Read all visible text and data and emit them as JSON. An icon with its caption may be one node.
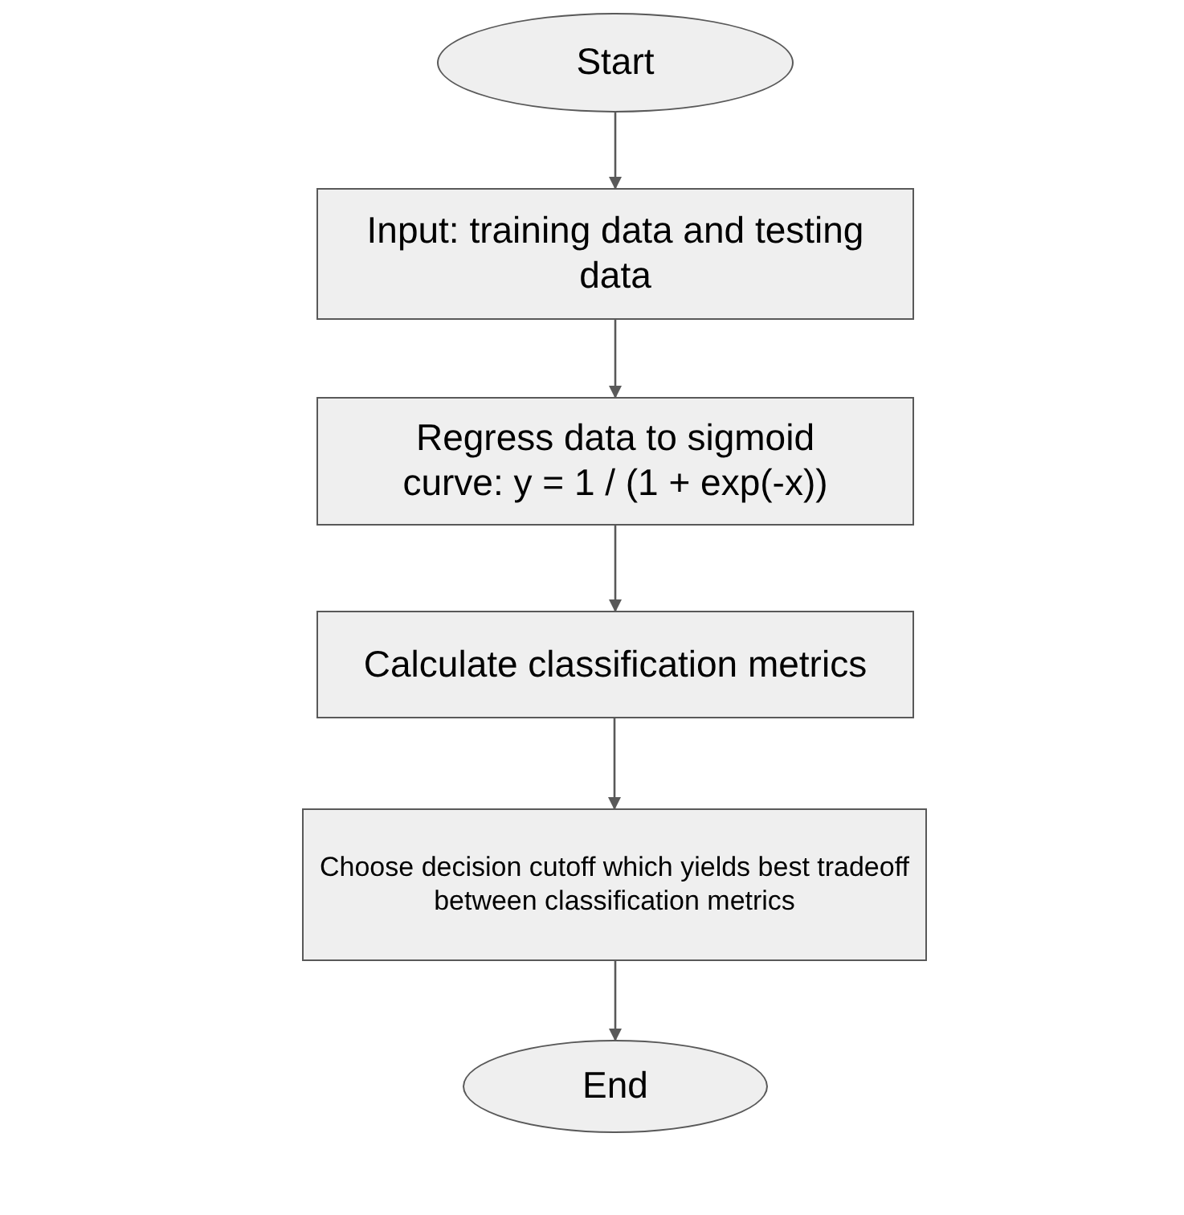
{
  "diagram": {
    "nodes": [
      {
        "text": [
          "Start"
        ]
      },
      {
        "text": [
          "Input: training data and testing data"
        ]
      },
      {
        "text": [
          "Regress data to sigmoid curve: y = 1 / (1 + exp(-x))"
        ]
      },
      {
        "text": [
          "Calculate classification metrics"
        ]
      },
      {
        "text": [
          "Choose decision cutoff which yields best tradeoff between classification metrics"
        ]
      },
      {
        "text": [
          "End"
        ]
      }
    ],
    "edges": [
      {
        "from": 0,
        "to": 1,
        "arrow": "to"
      },
      {
        "from": 1,
        "to": 2,
        "arrow": "to"
      },
      {
        "from": 2,
        "to": 3,
        "arrow": "to"
      },
      {
        "from": 3,
        "to": 4,
        "arrow": "to"
      },
      {
        "from": 4,
        "to": 5,
        "arrow": "to"
      }
    ]
  }
}
